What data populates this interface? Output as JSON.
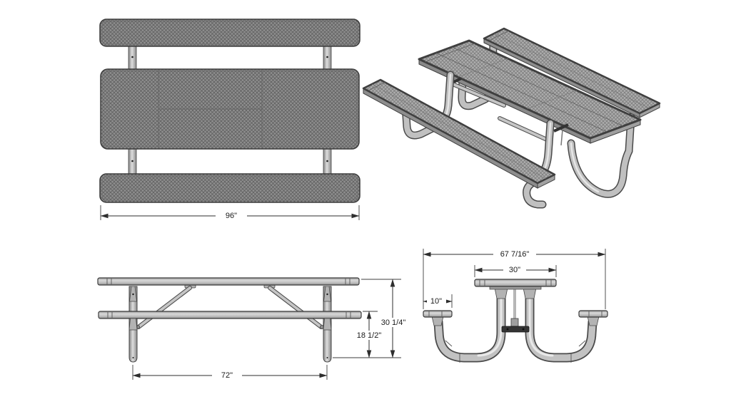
{
  "drawing": {
    "title": "picnic-table-technical-drawing",
    "background": "#ffffff",
    "outline_color": "#3a3a3a",
    "dimension_color": "#2e2e2e",
    "mesh_surface_color": "#8f8f8f",
    "mesh_iso_color": "#adadad",
    "tube_color": "#c2c2c2",
    "brace_bar_color": "#343434"
  },
  "top_view": {
    "length_dim": "96\""
  },
  "side_view": {
    "leg_spacing_dim": "72\"",
    "overall_height_dim": "30 1/4\"",
    "seat_height_dim": "18 1/2\""
  },
  "end_view": {
    "overall_width_dim": "67 7/16\"",
    "table_width_dim": "30\"",
    "seat_width_dim": "10\""
  }
}
